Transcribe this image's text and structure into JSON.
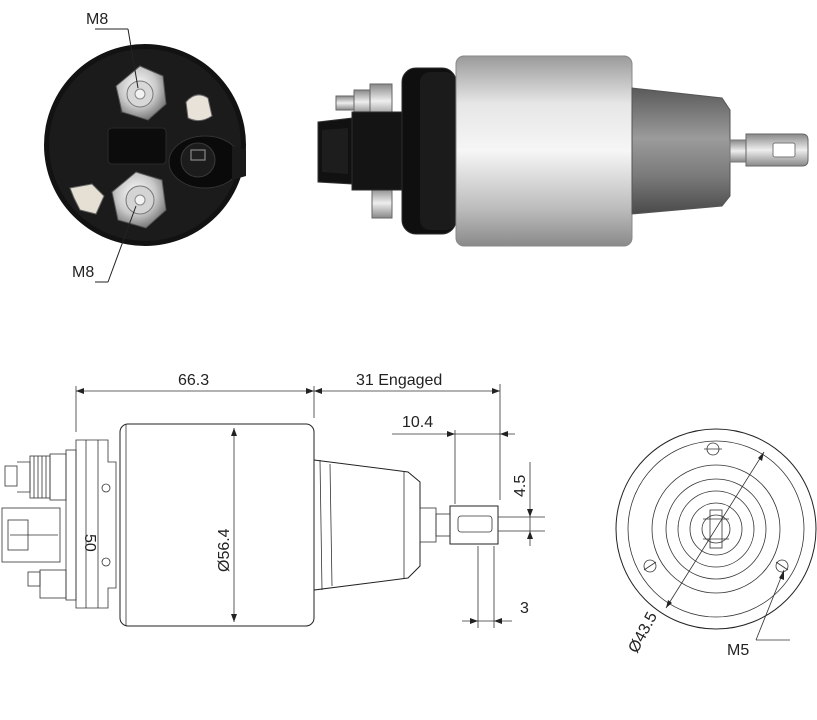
{
  "photo_labels": {
    "top_terminal": "M8",
    "bottom_terminal": "M8"
  },
  "drawing": {
    "body_length": "66.3",
    "engaged_travel": "31 Engaged",
    "plunger_length": "10.4",
    "slot_width": "4.5",
    "tab_thickness": "3",
    "body_diameter": "Ø56.4",
    "connector_marking": "50",
    "flange_diameter": "Ø43.5",
    "mount_thread": "M5"
  }
}
